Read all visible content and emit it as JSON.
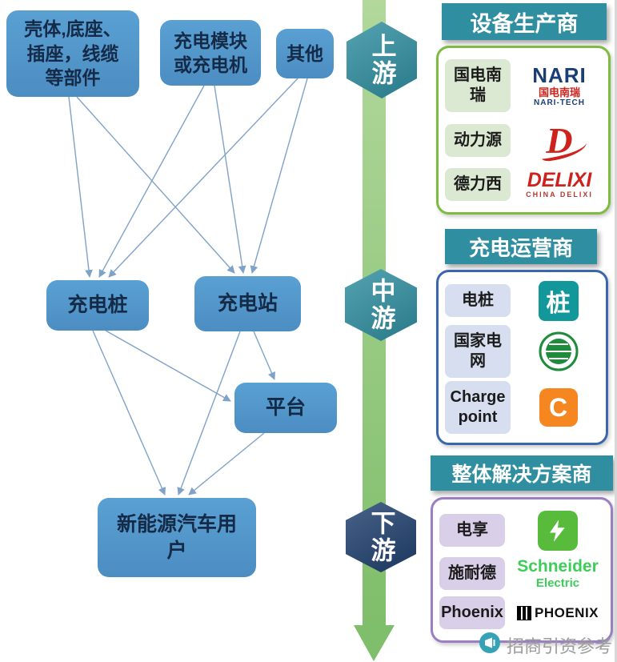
{
  "flowchart": {
    "nodes": {
      "components": "壳体,底座、\n插座，线缆\n等部件",
      "charging_module": "充电模块\n或充电机",
      "other": "其他",
      "charging_pile": "充电桩",
      "charging_station": "充电站",
      "platform": "平台",
      "ev_users": "新能源汽车用\n户"
    }
  },
  "stages": {
    "upstream": "上游",
    "midstream": "中游",
    "downstream": "下游"
  },
  "panels": {
    "manufacturers": {
      "title": "设备生产商",
      "items": [
        {
          "name": "国电南\n瑞"
        },
        {
          "name": "动力源"
        },
        {
          "name": "德力西"
        }
      ],
      "logos": {
        "nari_wordmark": "NARI",
        "nari_cn": "国电南瑞",
        "nari_sub": "NARI-TECH",
        "dongliyuan_letter": "D",
        "delixi_wordmark": "DELIXI",
        "delixi_sub": "CHINA DELIXI"
      }
    },
    "operators": {
      "title": "充电运营商",
      "items": [
        {
          "name": "电桩"
        },
        {
          "name": "国家电\n网"
        },
        {
          "name": "Charge\npoint"
        }
      ],
      "logos": {
        "dianzhuang_glyph": "桩",
        "chargepoint_letter": "C"
      }
    },
    "solution_providers": {
      "title": "整体解决方案商",
      "items": [
        {
          "name": "电享"
        },
        {
          "name": "施耐德"
        },
        {
          "name": "Phoenix"
        }
      ],
      "logos": {
        "schneider_wordmark": "Schneider",
        "schneider_sub": "Electric",
        "phoenix_wordmark": "PHOENIX"
      }
    }
  },
  "watermark": {
    "text": "招商引资参考"
  },
  "colors": {
    "node_blue": "#5AA0D3",
    "node_text": "#142A47",
    "connector_blue": "#7FA2C8",
    "arrow_green_light": "#B2D89C",
    "arrow_green": "#7FBE6A",
    "stage_teal": "#2F8EA0",
    "stage_navy": "#20406E",
    "panel_green": "#7DBB42",
    "panel_blue": "#3A66AD",
    "panel_purple": "#9B7FC2",
    "chip_green": "#DCE9D2",
    "chip_blue": "#D6DEF0",
    "chip_purple": "#DACFE8",
    "nari_navy": "#1B3E74",
    "logo_red": "#CE221C",
    "chargepoint_orange": "#F6861F",
    "schneider_green": "#3DCD58",
    "dianzhuang_teal": "#12989B",
    "stategrid_green": "#1F8C3B",
    "dianxiang_green": "#58BB3C",
    "watermark_teal": "#35A3B5"
  }
}
